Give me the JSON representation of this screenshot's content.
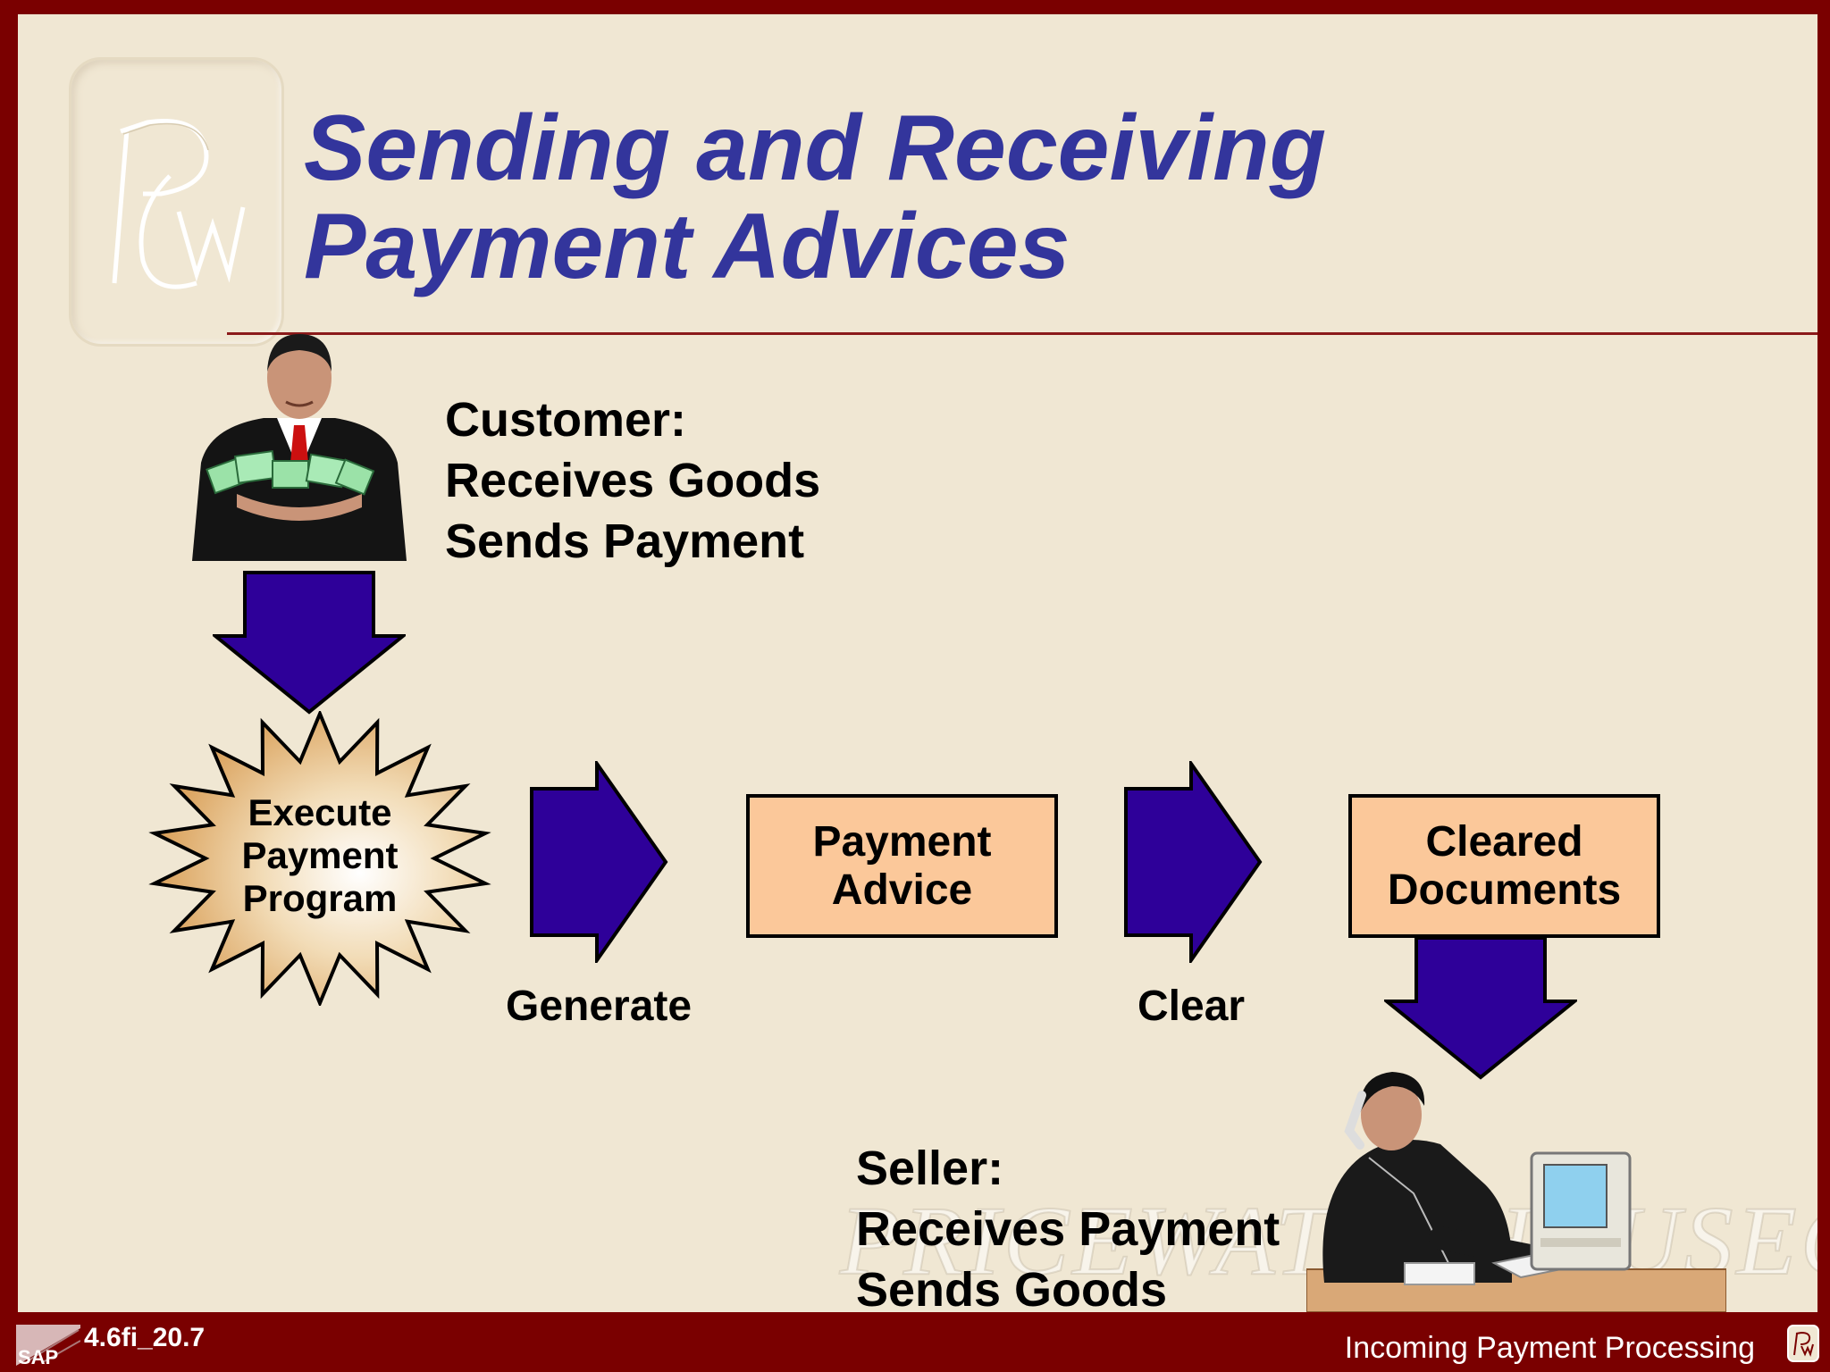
{
  "title": {
    "line1": "Sending and Receiving",
    "line2": "Payment Advices"
  },
  "customer": {
    "heading": "Customer:",
    "line1": "Receives Goods",
    "line2": "Sends Payment"
  },
  "starburst": {
    "line1": "Execute",
    "line2": "Payment",
    "line3": "Program"
  },
  "flow": {
    "generate": "Generate",
    "clear": "Clear",
    "payment_advice": {
      "line1": "Payment",
      "line2": "Advice"
    },
    "cleared_documents": {
      "line1": "Cleared",
      "line2": "Documents"
    }
  },
  "seller": {
    "heading": "Seller:",
    "line1": "Receives Payment",
    "line2": "Sends Goods"
  },
  "footer": {
    "sap_label": "SAP",
    "code": "4.6fi_20.7",
    "title": "Incoming Payment Processing"
  },
  "colors": {
    "frame": "#7a0000",
    "background": "#f0e7d3",
    "title": "#33359c",
    "arrow": "#2e0099",
    "box_fill": "#fbc89a"
  },
  "icons": [
    "pwc-logo-watermark",
    "businessman-with-money-icon",
    "businessman-on-phone-at-computer-icon",
    "sap-logo",
    "pwc-logo-small"
  ]
}
